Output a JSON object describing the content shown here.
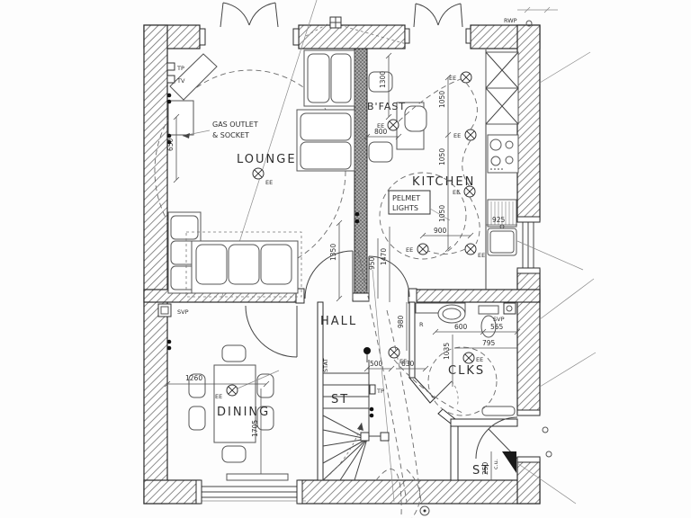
{
  "drawing": {
    "kind": "ground-floor-plan",
    "background": "#fdfdfd",
    "line_color": "#2e2e2e"
  },
  "rooms": {
    "lounge": {
      "label": "LOUNGE"
    },
    "bfast": {
      "label": "B'FAST"
    },
    "kitchen": {
      "label": "KITCHEN"
    },
    "hall": {
      "label": "HALL"
    },
    "dining": {
      "label": "DINING"
    },
    "stairs": {
      "label": "ST"
    },
    "clks": {
      "label": "CLKS"
    },
    "store": {
      "label": "ST"
    }
  },
  "labels": {
    "gas1": "GAS OUTLET",
    "gas2": "& SOCKET",
    "pelmet1": "PELMET",
    "pelmet2": "LIGHTS",
    "svp": "SVP",
    "rwp": "RWP",
    "stat": "STAT",
    "cu": "c.u.",
    "tp": "TP",
    "tv": "TV",
    "r": "R",
    "ee": "EE"
  },
  "dims": {
    "d650": "650",
    "d1300": "1300",
    "d800": "800",
    "d1050": "1050",
    "d900": "900",
    "d925": "925",
    "d1350": "1350",
    "d950": "950",
    "d1470": "1470",
    "d980": "980",
    "d500": "500",
    "d630": "630",
    "d1260": "1260",
    "d1705": "1705",
    "d600": "600",
    "d565": "565",
    "d795": "795",
    "d1035": "1035",
    "d250": "250"
  }
}
